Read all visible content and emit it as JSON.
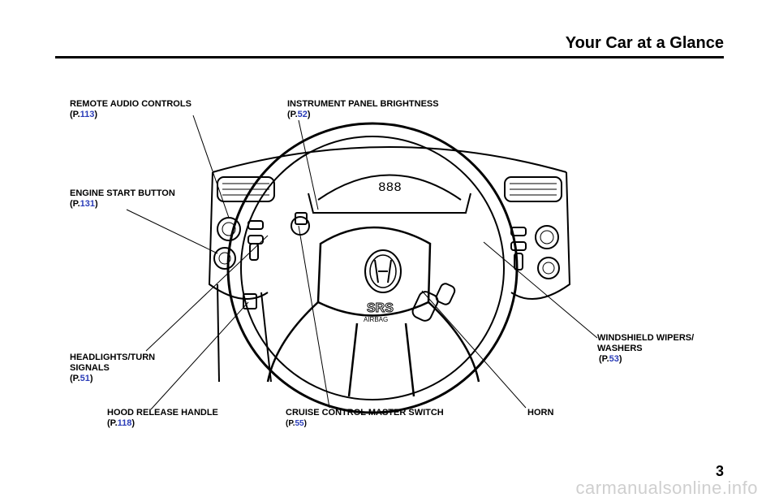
{
  "header": {
    "title": "Your Car at a Glance"
  },
  "callouts": {
    "remote_audio": {
      "label": "REMOTE AUDIO CONTROLS",
      "prefix": "(P.",
      "page": "113",
      "suffix": ")"
    },
    "instrument_brightness": {
      "label": "INSTRUMENT PANEL BRIGHTNESS",
      "prefix": "(P.",
      "page": "52",
      "suffix": ")"
    },
    "engine_start": {
      "label": "ENGINE START BUTTON",
      "prefix": "(P.",
      "page": "131",
      "suffix": ")"
    },
    "headlights": {
      "label_line1": "HEADLIGHTS/TURN",
      "label_line2": "SIGNALS",
      "prefix": "(P.",
      "page": "51",
      "suffix": ")"
    },
    "hood_release": {
      "label": "HOOD RELEASE HANDLE",
      "prefix": "(P.",
      "page": "118",
      "suffix": ")"
    },
    "cruise_control": {
      "label": "CRUISE CONTROL MASTER SWITCH",
      "prefix": "(P.",
      "page": "55",
      "suffix": ")"
    },
    "horn": {
      "label": "HORN"
    },
    "wipers": {
      "label_line1": "WINDSHIELD WIPERS/",
      "label_line2": "WASHERS",
      "prefix": "(P.",
      "page": "53",
      "suffix": ")"
    }
  },
  "illustration": {
    "airbag_text": "SRS",
    "airbag_subtext": "AIRBAG",
    "display_text": "888"
  },
  "footer": {
    "page_number": "3",
    "watermark": "carmanualsonline.info"
  }
}
